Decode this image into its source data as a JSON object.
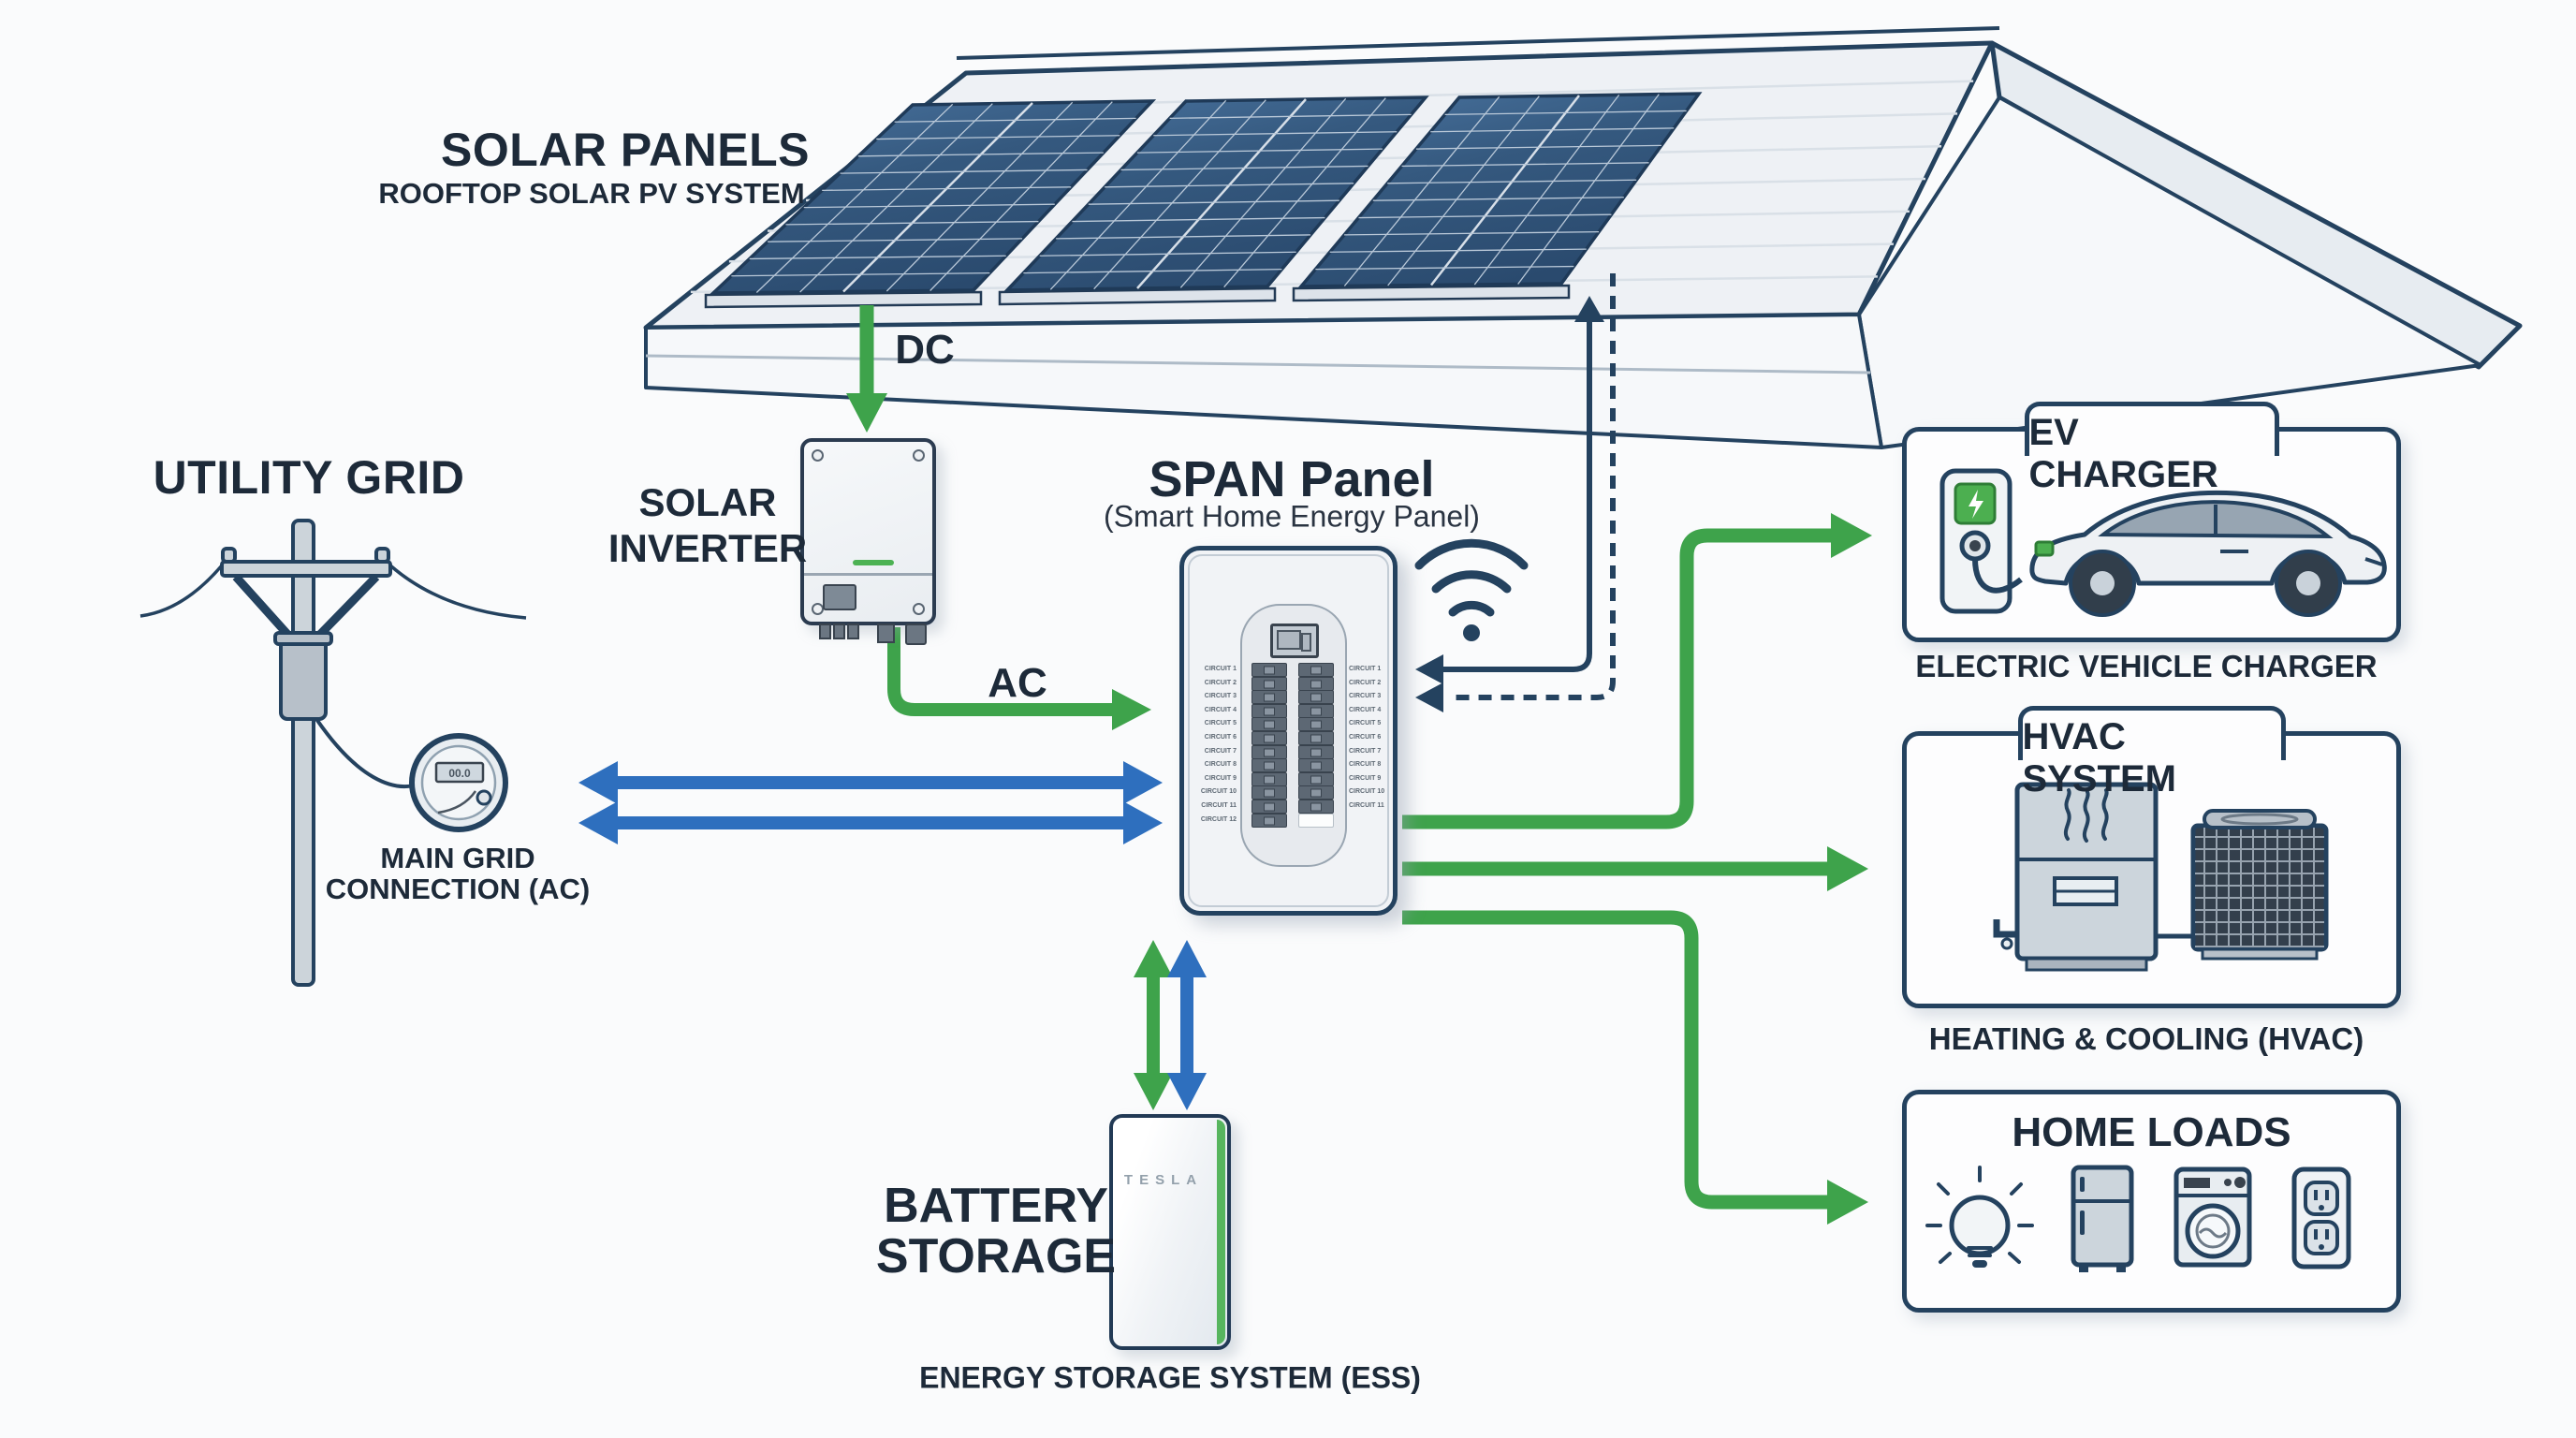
{
  "solar_panels": {
    "title": "SOLAR PANELS",
    "subtitle": "ROOFTOP SOLAR PV SYSTEM"
  },
  "flows": {
    "dc": "DC",
    "ac": "AC"
  },
  "utility_grid": {
    "title": "UTILITY GRID",
    "connection_line1": "MAIN GRID",
    "connection_line2": "CONNECTION (AC)",
    "meter_reading": "00.0"
  },
  "solar_inverter": {
    "label_line1": "SOLAR",
    "label_line2": "INVERTER"
  },
  "span_panel": {
    "title": "SPAN Panel",
    "subtitle": "(Smart Home Energy Panel)",
    "circuits_left": [
      "CIRCUIT 1",
      "CIRCUIT 2",
      "CIRCUIT 3",
      "CIRCUIT 4",
      "CIRCUIT 5",
      "CIRCUIT 6",
      "CIRCUIT 7",
      "CIRCUIT 8",
      "CIRCUIT 9",
      "CIRCUIT 10",
      "CIRCUIT 11",
      "CIRCUIT 12"
    ],
    "circuits_right": [
      "CIRCUIT 1",
      "CIRCUIT 2",
      "CIRCUIT 3",
      "CIRCUIT 4",
      "CIRCUIT 5",
      "CIRCUIT 6",
      "CIRCUIT 7",
      "CIRCUIT 8",
      "CIRCUIT 9",
      "CIRCUIT 10",
      "CIRCUIT 11"
    ]
  },
  "battery": {
    "label_line1": "BATTERY",
    "label_line2": "STORAGE",
    "brand": "TESLA",
    "subtitle": "ENERGY STORAGE SYSTEM (ESS)"
  },
  "ev_charger": {
    "title": "EV CHARGER",
    "subtitle": "ELECTRIC VEHICLE CHARGER"
  },
  "hvac": {
    "title": "HVAC SYSTEM",
    "subtitle": "HEATING & COOLING (HVAC)"
  },
  "home_loads": {
    "title": "HOME LOADS"
  },
  "colors": {
    "green": "#3ea34b",
    "blue": "#2e6fbe",
    "navy": "#24425f"
  }
}
